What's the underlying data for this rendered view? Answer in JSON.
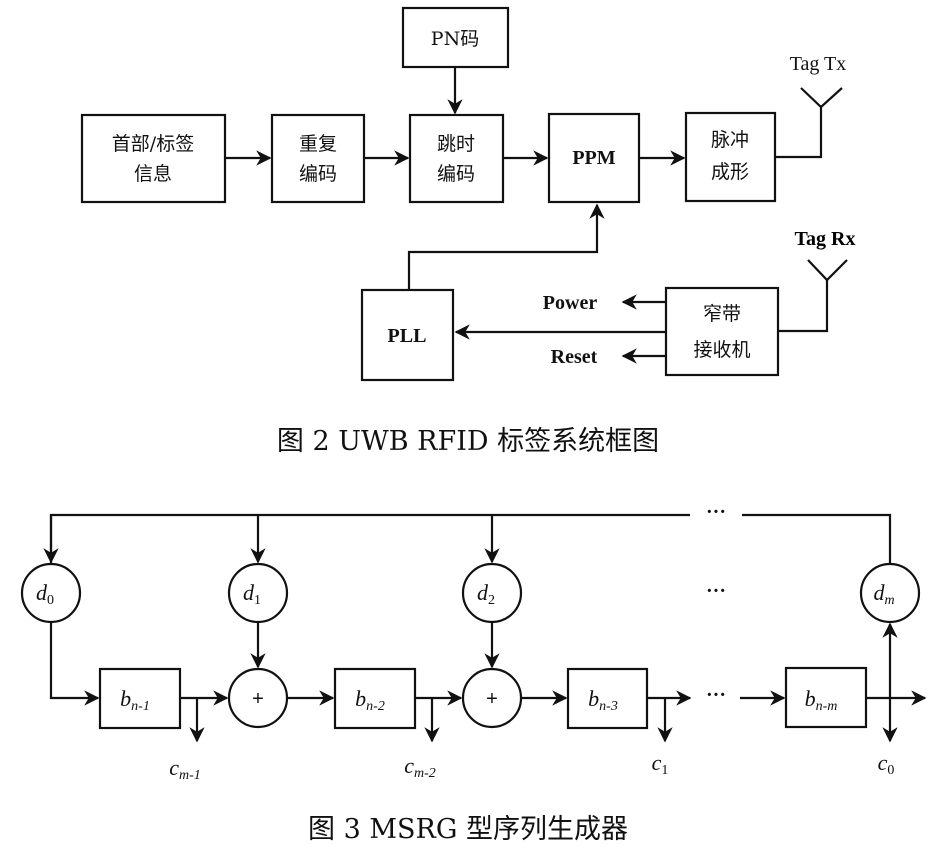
{
  "figure2": {
    "caption": "图 2   UWB RFID 标签系统框图",
    "blocks": {
      "pn": "PN码",
      "header_l1": "首部/标签",
      "header_l2": "信息",
      "repeat_l1": "重复",
      "repeat_l2": "编码",
      "th_l1": "跳时",
      "th_l2": "编码",
      "ppm": "PPM",
      "pulse_l1": "脉冲",
      "pulse_l2": "成形",
      "pll": "PLL",
      "rx_l1": "窄带",
      "rx_l2": "接收机"
    },
    "labels": {
      "tag_tx": "Tag Tx",
      "tag_rx": "Tag Rx",
      "power": "Power",
      "reset": "Reset"
    }
  },
  "figure3": {
    "caption": "图 3   MSRG 型序列生成器",
    "coefficients": [
      {
        "base": "d",
        "sub": "0"
      },
      {
        "base": "d",
        "sub": "1"
      },
      {
        "base": "d",
        "sub": "2"
      },
      {
        "base": "d",
        "sub": "m"
      }
    ],
    "registers": [
      {
        "base": "b",
        "sub": "n-1"
      },
      {
        "base": "b",
        "sub": "n-2"
      },
      {
        "base": "b",
        "sub": "n-3"
      },
      {
        "base": "b",
        "sub": "n-m"
      }
    ],
    "outputs": [
      {
        "base": "c",
        "sub": "m-1"
      },
      {
        "base": "c",
        "sub": "m-2"
      },
      {
        "base": "c",
        "sub": "1"
      },
      {
        "base": "c",
        "sub": "0"
      }
    ],
    "adder_symbol": "+",
    "ellipsis": "···"
  }
}
